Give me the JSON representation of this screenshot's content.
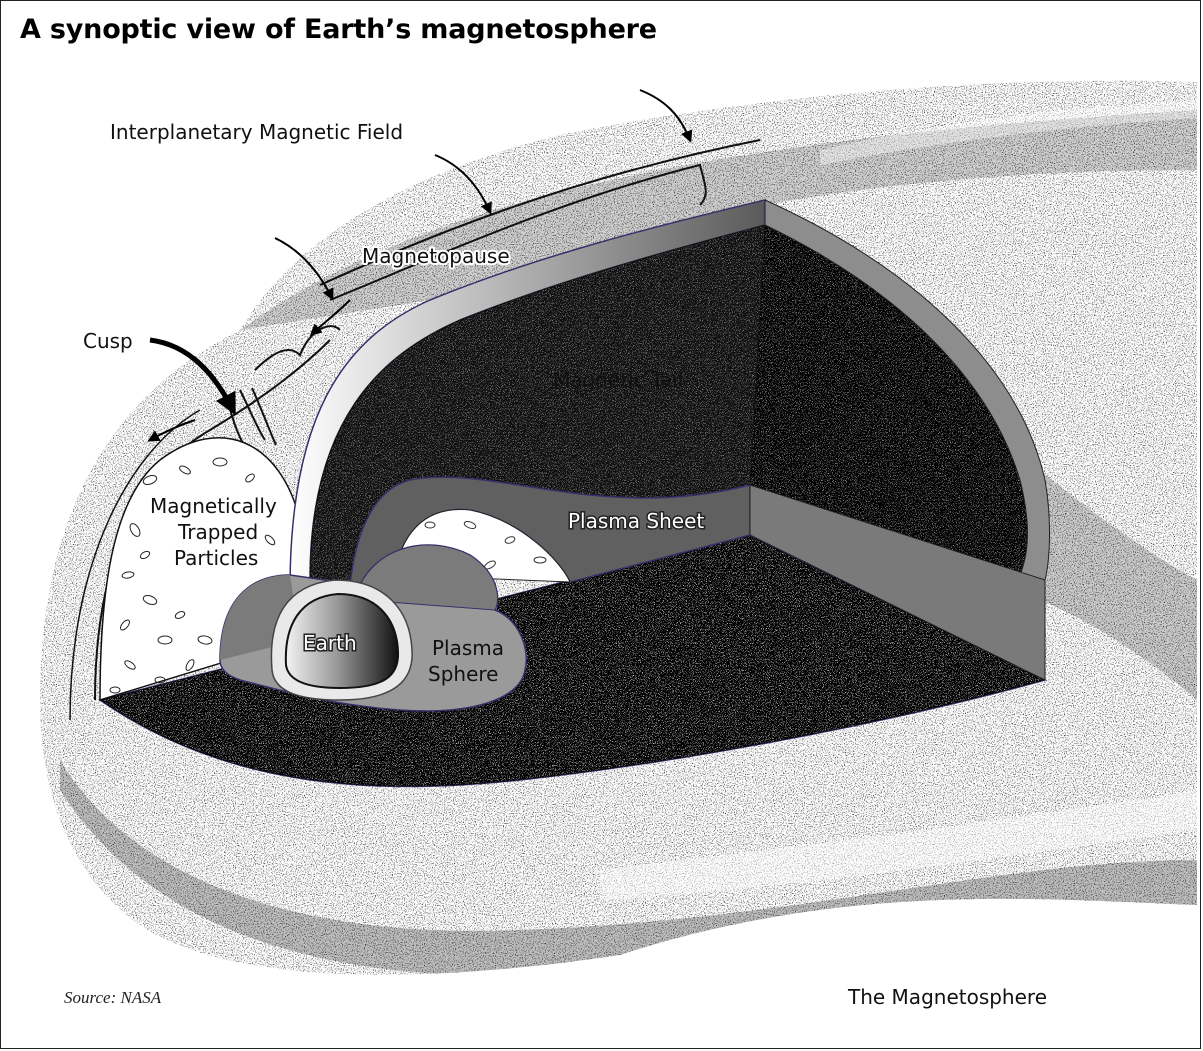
{
  "title": "A synoptic view of Earth’s magnetosphere",
  "labels": {
    "imf": "Interplanetary Magnetic Field",
    "magnetopause": "Magnetopause",
    "cusp": "Cusp",
    "magnetic_tail": "Magnetic Tail",
    "trapped_1": "Magnetically",
    "trapped_2": "Trapped",
    "trapped_3": "Particles",
    "plasma_sheet": "Plasma Sheet",
    "earth": "Earth",
    "plasma_sphere_1": "Plasma",
    "plasma_sphere_2": "Sphere"
  },
  "source": "Source: NASA",
  "caption": "The Magnetosphere"
}
